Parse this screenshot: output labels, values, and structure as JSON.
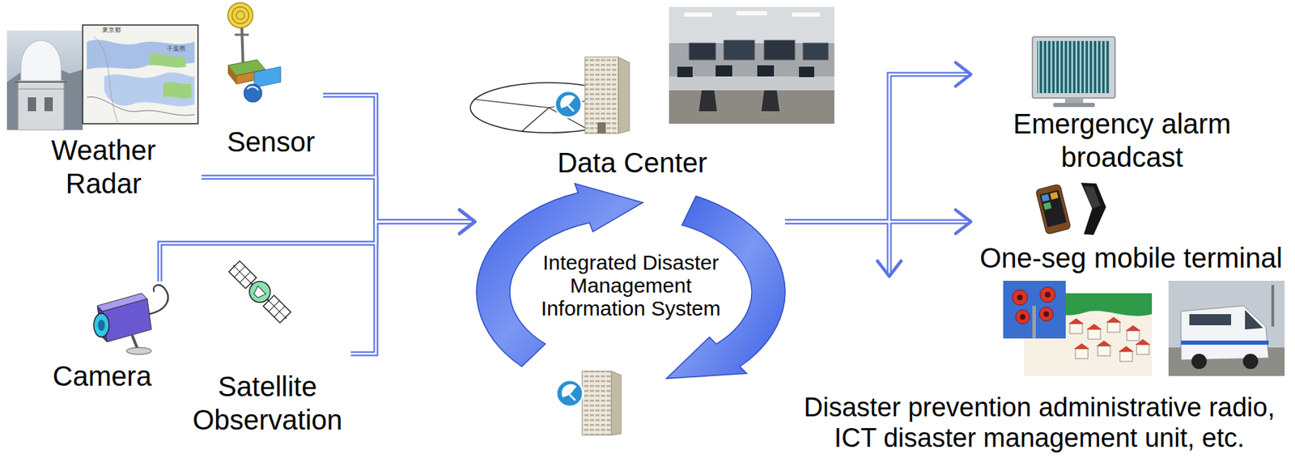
{
  "diagram": {
    "nodes": [
      {
        "text": [
          "Weather Radar"
        ]
      },
      {
        "text": [
          "Sensor"
        ]
      },
      {
        "text": [
          "Camera"
        ]
      },
      {
        "text": [
          "Satellite Observation"
        ]
      },
      {
        "text": [
          "Data Center"
        ]
      },
      {
        "text": [
          "Integrated Disaster Management Information System"
        ]
      },
      {
        "text": [
          "Emergency alarm broadcast"
        ]
      },
      {
        "text": [
          "One-seg mobile terminal"
        ]
      },
      {
        "text": [
          "Disaster prevention administrative radio, ICT disaster management unit, etc."
        ]
      }
    ],
    "edges": [
      {
        "from": 0,
        "to": 5,
        "arrow": "to"
      },
      {
        "from": 1,
        "to": 5,
        "arrow": "to"
      },
      {
        "from": 2,
        "to": 5,
        "arrow": "to"
      },
      {
        "from": 3,
        "to": 5,
        "arrow": "to"
      },
      {
        "from": 5,
        "to": 6,
        "arrow": "to"
      },
      {
        "from": 5,
        "to": 7,
        "arrow": "to"
      },
      {
        "from": 5,
        "to": 8,
        "arrow": "to"
      }
    ],
    "labels": [
      "東京都",
      "千葉県"
    ]
  }
}
